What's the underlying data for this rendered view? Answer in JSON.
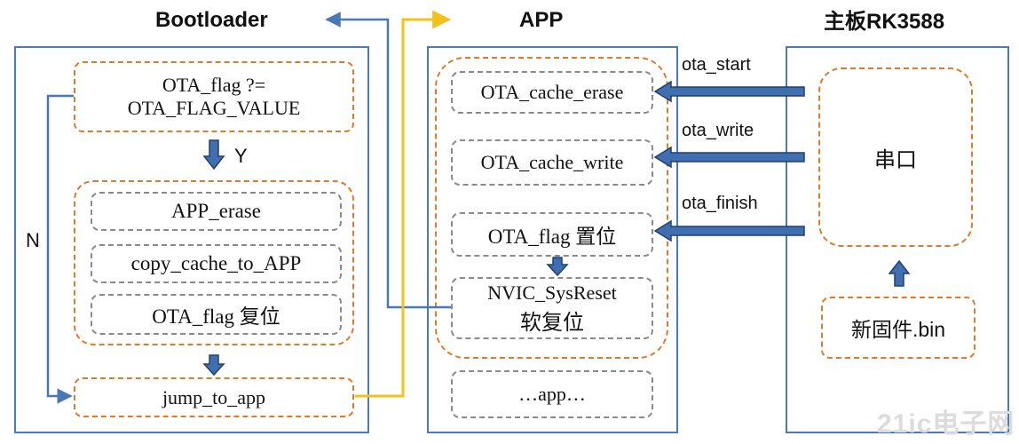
{
  "titles": {
    "bootloader": "Bootloader",
    "app": "APP",
    "board": "主板RK3588"
  },
  "bootloader": {
    "check_line1": "OTA_flag ?=",
    "check_line2": "OTA_FLAG_VALUE",
    "yes_label": "Y",
    "no_label": "N",
    "steps": [
      "APP_erase",
      "copy_cache_to_APP",
      "OTA_flag 复位"
    ],
    "jump": "jump_to_app"
  },
  "app": {
    "handlers": [
      "OTA_cache_erase",
      "OTA_cache_write",
      "OTA_flag 置位"
    ],
    "reset_line1": "NVIC_SysReset",
    "reset_line2": "软复位",
    "app_body": "…app…"
  },
  "board": {
    "serial": "串口",
    "firmware": "新固件.bin"
  },
  "commands": [
    "ota_start",
    "ota_write",
    "ota_finish"
  ],
  "watermark": "21ic电子网",
  "colors": {
    "panel_border": "#4a7ab8",
    "orange_dash": "#e07a2b",
    "gray_dash": "#8a8a8a",
    "blue_arrow": "#4a78b4",
    "yellow_line": "#f5c01a"
  }
}
